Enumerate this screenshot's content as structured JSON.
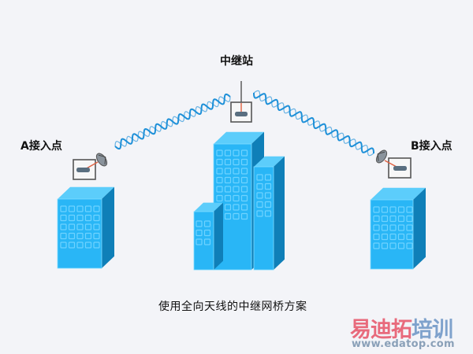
{
  "diagram": {
    "relay_label": "中继站",
    "access_point_a_label": "A接入点",
    "access_point_b_label": "B接入点",
    "caption": "使用全向天线的中继网桥方案",
    "colors": {
      "background": "#f3f4f8",
      "building_front": "#29b6f6",
      "building_top": "#5ccdfb",
      "building_side": "#0f7fb8",
      "window": "#6fd3ff",
      "wave": "#1e90d8",
      "device_box": "#555555",
      "device_body": "#5a6f80",
      "link_line": "#e06040"
    },
    "nodes": [
      {
        "id": "A",
        "name": "A接入点",
        "role": "access-point",
        "antenna": "directional"
      },
      {
        "id": "R",
        "name": "中继站",
        "role": "relay",
        "antenna": "omnidirectional"
      },
      {
        "id": "B",
        "name": "B接入点",
        "role": "access-point",
        "antenna": "directional"
      }
    ],
    "links": [
      {
        "from": "A",
        "to": "R",
        "type": "wireless"
      },
      {
        "from": "R",
        "to": "B",
        "type": "wireless"
      }
    ]
  },
  "watermark": {
    "brand_part1": "易迪拓",
    "brand_part2": "培训",
    "url": "www.edatop.com"
  }
}
